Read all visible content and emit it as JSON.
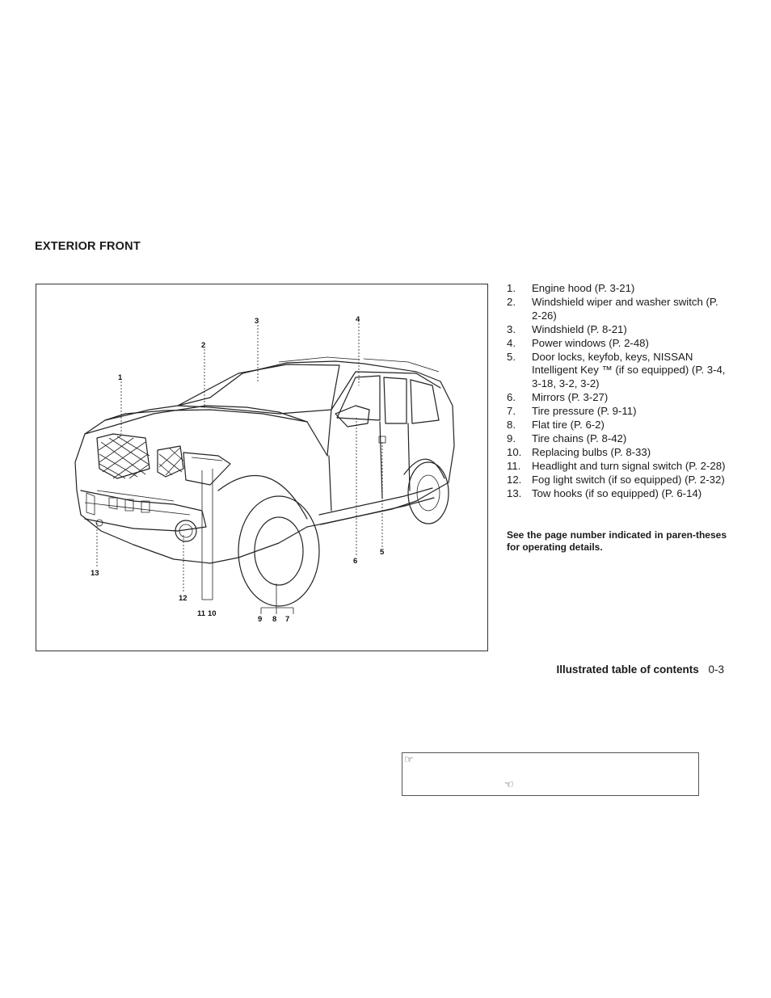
{
  "section": {
    "title": "EXTERIOR FRONT"
  },
  "figure": {
    "labels": [
      "1",
      "2",
      "3",
      "4",
      "5",
      "6",
      "7",
      "8",
      "9",
      "10",
      "11",
      "12",
      "13"
    ]
  },
  "legend": {
    "items": [
      {
        "num": "1.",
        "text": "Engine hood (P. 3-21)"
      },
      {
        "num": "2.",
        "text": "Windshield wiper and washer switch (P. 2-26)"
      },
      {
        "num": "3.",
        "text": "Windshield (P. 8-21)"
      },
      {
        "num": "4.",
        "text": "Power windows (P. 2-48)"
      },
      {
        "num": "5.",
        "text": "Door locks, keyfob, keys, NISSAN Intelligent Key ™ (if so equipped) (P. 3-4, 3-18, 3-2, 3-2)"
      },
      {
        "num": "6.",
        "text": "Mirrors (P. 3-27)"
      },
      {
        "num": "7.",
        "text": "Tire pressure (P. 9-11)"
      },
      {
        "num": "8.",
        "text": "Flat tire (P. 6-2)"
      },
      {
        "num": "9.",
        "text": "Tire chains (P. 8-42)"
      },
      {
        "num": "10.",
        "text": "Replacing bulbs (P. 8-33)"
      },
      {
        "num": "11.",
        "text": "Headlight and turn signal switch (P. 2-28)"
      },
      {
        "num": "12.",
        "text": "Fog light switch (if so equipped) (P. 2-32)"
      },
      {
        "num": "13.",
        "text": "Tow hooks (if so equipped) (P. 6-14)"
      }
    ],
    "note": "See the page number indicated in paren-theses for operating details."
  },
  "footer": {
    "title": "Illustrated table of contents",
    "page": "0-3"
  },
  "ref_box": {
    "icon": "pointing-hand-icon"
  }
}
